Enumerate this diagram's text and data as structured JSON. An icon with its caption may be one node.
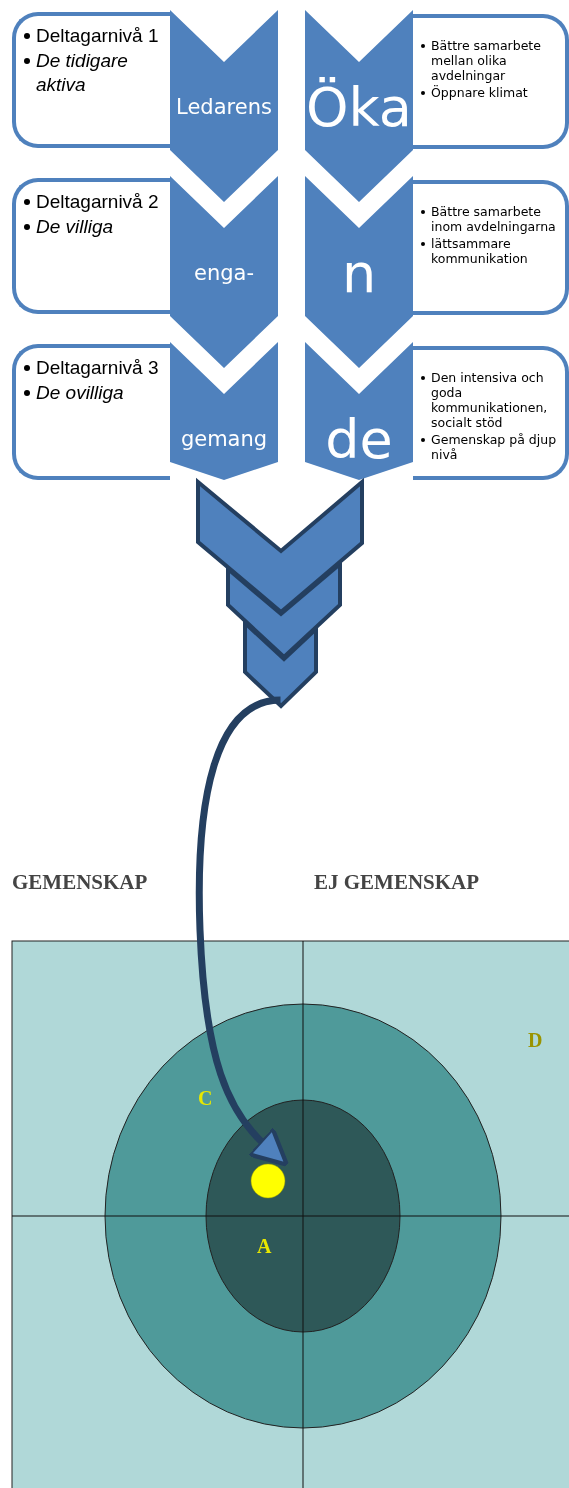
{
  "diagram": {
    "nodes": [
      {
        "text": [
          "Deltagarnivå 1",
          "De tidigare aktiva"
        ]
      },
      {
        "text": [
          "Ledarens"
        ]
      },
      {
        "text": [
          "Öka"
        ]
      },
      {
        "text": [
          "Bättre samarbete mellan olika avdelningar",
          "Öppnare klimat"
        ]
      },
      {
        "text": [
          "Deltagarnivå 2",
          "De villiga"
        ]
      },
      {
        "text": [
          "enga-"
        ]
      },
      {
        "text": [
          "n"
        ]
      },
      {
        "text": [
          "Bättre samarbete inom avdelningarna",
          "lättsammare kommunikation"
        ]
      },
      {
        "text": [
          "Deltagarnivå 3",
          "De ovilliga"
        ]
      },
      {
        "text": [
          "gemang"
        ]
      },
      {
        "text": [
          "de"
        ]
      },
      {
        "text": [
          "Den intensiva och goda kommunikationen, socialt stöd",
          "Gemenskap på djup nivå"
        ]
      },
      {
        "text": [],
        "shape": "chevron"
      },
      {
        "text": [],
        "shape": "chevron"
      },
      {
        "text": [],
        "shape": "chevron"
      },
      {
        "text": [],
        "shape": "circle"
      }
    ],
    "edges": [
      {
        "from": 14,
        "to": 15,
        "arrow": "to"
      }
    ],
    "labels": [
      "GEMENSKAP",
      "EJ GEMENSKAP",
      "C",
      "D",
      "A"
    ]
  }
}
